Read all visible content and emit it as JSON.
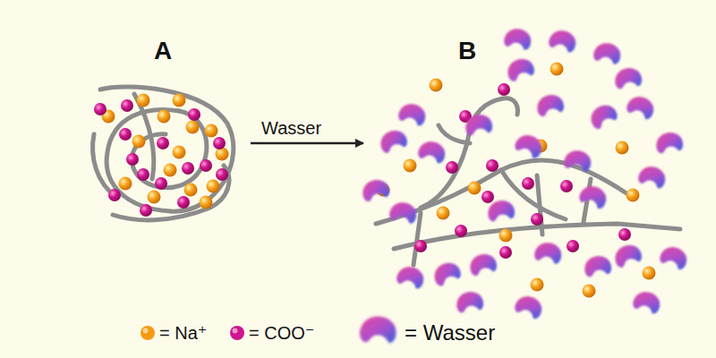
{
  "diagram": {
    "labels": [
      "A",
      "B",
      "Wasser"
    ],
    "legend": [
      {
        "text": "= Na⁺",
        "color": "#f59a10"
      },
      {
        "text": "= COO⁻",
        "color": "#d0158f"
      },
      {
        "text": "= Wasser"
      }
    ]
  }
}
